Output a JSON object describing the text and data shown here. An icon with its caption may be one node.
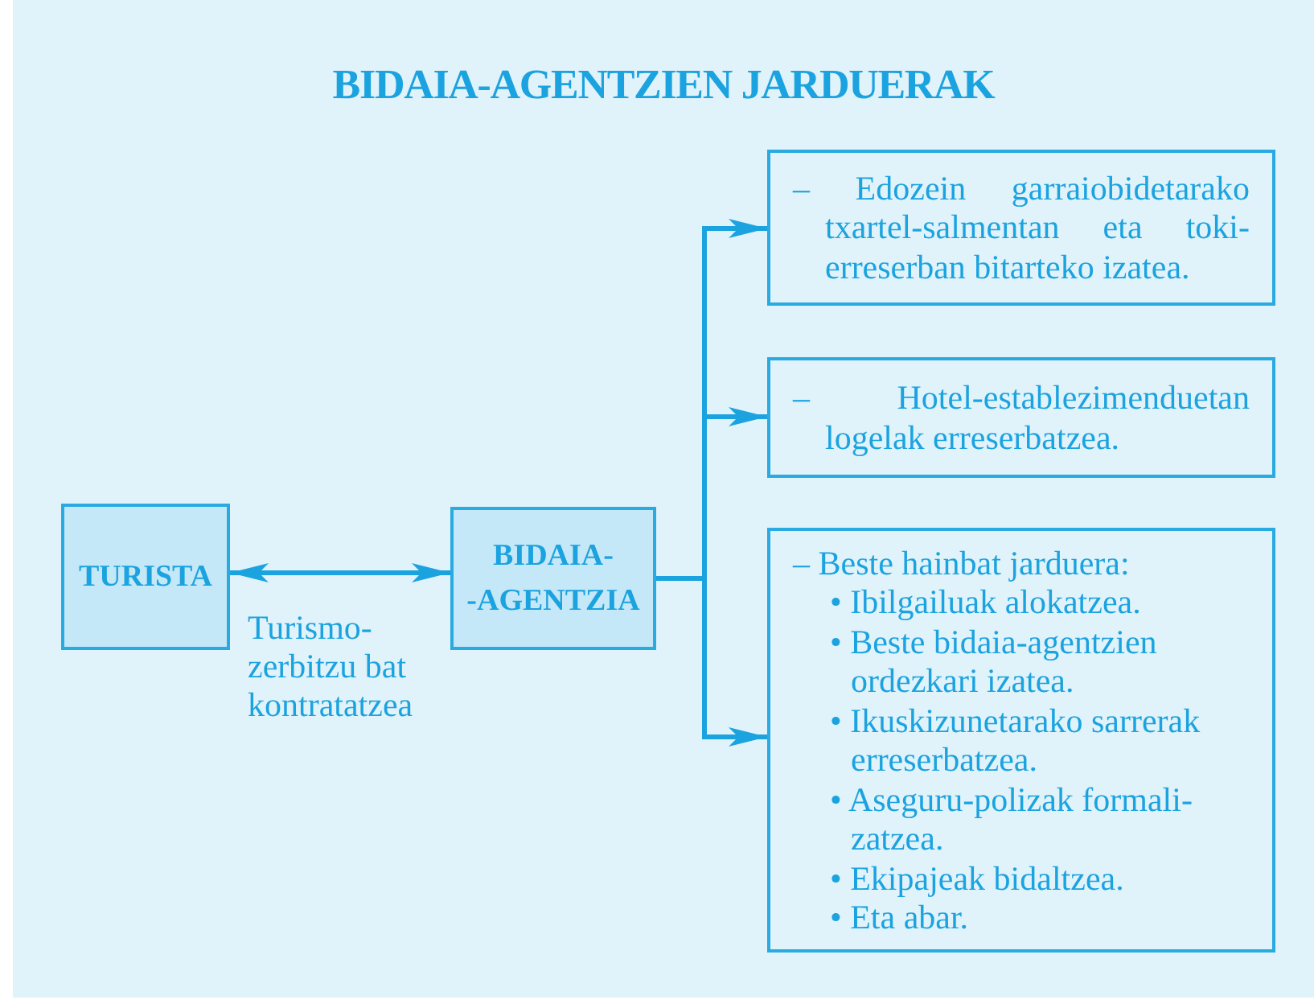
{
  "diagram": {
    "title": "BIDAIA-AGENTZIEN JARDUERAK",
    "nodes": [
      {
        "text": [
          "TURISTA"
        ]
      },
      {
        "text": [
          "BIDAIA- -AGENTZIA"
        ]
      },
      {
        "text": [
          "– Edozein garraiobidetarako txartel-salmentan eta toki-erreserban bitarteko izatea."
        ]
      },
      {
        "text": [
          "– Hotel-establezimenduetan logelak erreserbatzea."
        ]
      },
      {
        "text": [
          "– Beste hainbat jarduera:",
          "• Ibilgailuak alokatzea.",
          "• Beste bidaia-agentzien ordezkari izatea.",
          "• Ikuskizunetarako sarrerak erreserbatzea.",
          "• Aseguru-polizak formali-zatzea.",
          "• Ekipajeak bidaltzea.",
          "• Eta abar."
        ]
      }
    ],
    "edges": [
      {
        "from": 0,
        "to": 1,
        "arrow": "both",
        "label": "Turismo-zerbitzu bat kontratatzea"
      },
      {
        "from": 1,
        "to": 2,
        "arrow": "to"
      },
      {
        "from": 1,
        "to": 3,
        "arrow": "to"
      },
      {
        "from": 1,
        "to": 4,
        "arrow": "to"
      }
    ]
  }
}
